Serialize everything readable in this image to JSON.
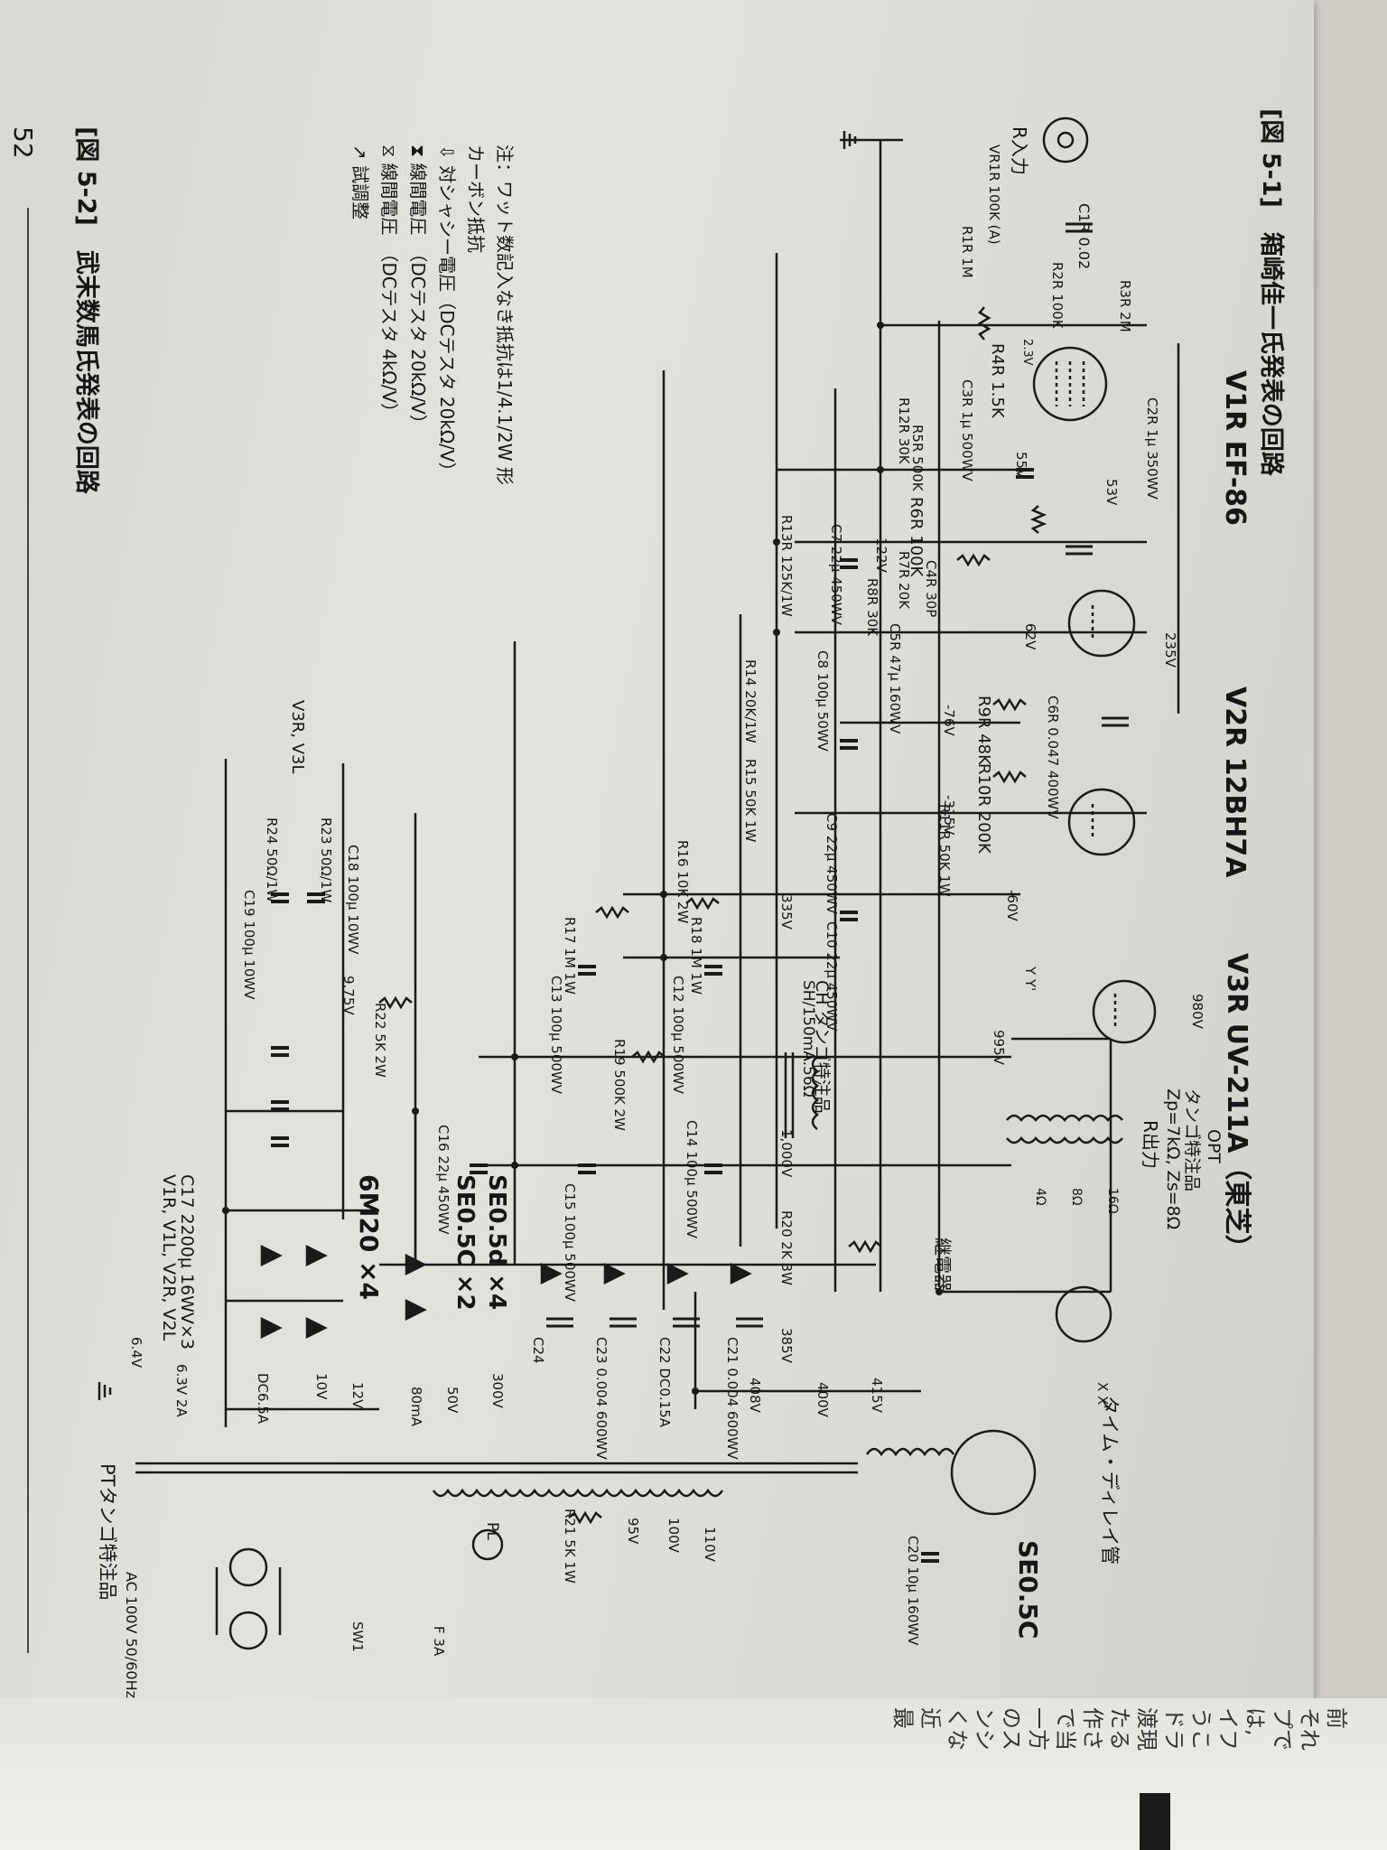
{
  "page_number": "52",
  "figure1": {
    "caption": "[図 5-1]　箱崎佳一氏発表の回路",
    "v1_label": "V1R EF-86",
    "v2_label": "V2R 12BH7A",
    "v3_label": "V3R UV-211A（東芝）",
    "r_input": "R入力",
    "r_output": "R出力",
    "opt_label": "OPT",
    "opt_spec1": "タンゴ特注品",
    "opt_spec2": "Zp=7kΩ, Zs=8Ω",
    "delay_tube": "タイム・ディレイ管",
    "delay_tube_type": "SE0.5C",
    "relay": "継電器",
    "choke": "CH タンゴ特注品",
    "choke_spec": "SH/150mA.56Ω",
    "rect_hv1": "SE0.5d ×4",
    "rect_hv2": "SE0.5C ×2",
    "rect_lv": "6M20 ×4",
    "pt": "PTタンゴ特注品",
    "ac": "AC 100V 50/60Hz",
    "c17": "C17 2200μ 16WV×3",
    "c17b": "V1R, V1L, V2R, V2L",
    "note_title": "注：ワット数記入なき抵抗は1/4.1/2W 形",
    "note_line2": "カーボン抵抗",
    "note_chassis": "⇩ 対シャシー電圧（DCテスタ 20kΩ/V）",
    "note_ac": "⧗ 線間電圧　（DCテスタ 20kΩ/V）",
    "note_ac2": "⧖ 線間電圧　（DCテスタ 4kΩ/V）",
    "note_adj": "↗ 試調整"
  },
  "figure2": {
    "caption": "[図 5-2]　武末数馬氏発表の回路"
  },
  "labels": {
    "c1r": "C1R 0.02",
    "vr1r": "VR1R 100K (A)",
    "r1r": "R1R 1M",
    "r2r": "R2R 100K",
    "r3r": "R3R 2M",
    "r4r": "R4R 1.5K",
    "r5r": "R5R 500K",
    "r6r": "R6R 100K",
    "r7r": "R7R 20K",
    "r8r": "R8R 30K",
    "r9r": "R9R 48K",
    "r10r": "R10R 200K",
    "r11r": "R11R 50K 1W",
    "r12r": "R12R 30K",
    "r13r": "R13R 125K/1W",
    "r14": "R14 20K/1W",
    "r15": "R15 50K 1W",
    "r16": "R16 10K 2W",
    "r17": "R17 1M 1W",
    "r18": "R18 1M 1W",
    "r19": "R19 500K 2W",
    "r20": "R20 2K 3W",
    "r21": "R21 5K 1W",
    "r22": "R22 5K 2W",
    "r23": "R23 50Ω/1W",
    "r24": "R24 50Ω/1W",
    "c2r": "C2R 1μ 350WV",
    "c3r": "C3R 1μ 500WV",
    "c4r": "C4R 30P",
    "c5r": "C5R 47μ 160WV",
    "c6r": "C6R 0.047 400WV",
    "c7": "C7 22μ 450WV",
    "c8": "C8 100μ 50WV",
    "c9": "C9 22μ 450WV",
    "c10": "C10 22μ 450WV",
    "c12": "C12 100μ 500WV",
    "c13": "C13 100μ 500WV",
    "c14": "C14 100μ 500WV",
    "c15": "C15 100μ 500WV",
    "c16": "C16 22μ 450WV",
    "c18": "C18 100μ 10WV",
    "c19": "C19 100μ 10WV",
    "c20": "C20 10μ 160WV",
    "c21": "C21 0.004 600WV",
    "c22": "C22 DC0.15A",
    "c23": "C23 0.004 600WV",
    "c24": "C24",
    "v53": "53V",
    "v55": "55V",
    "v23": "2.3V",
    "v122": "122V",
    "v235": "235V",
    "v62": "62V",
    "vm76": "-76V",
    "vm315": "-315V",
    "v335": "335V",
    "vm60": "-60V",
    "v980": "980V",
    "v995": "995V",
    "v1000": "1,000V",
    "v385": "385V",
    "v400": "400V",
    "v408": "408V",
    "v415": "415V",
    "v300": "300V",
    "v50": "50V",
    "v80ma": "80mA",
    "v975": "9.75V",
    "v12": "12V",
    "v10": "10V",
    "dc65": "DC6.5A",
    "v63": "6.3V 2A",
    "v64": "6.4V",
    "t110": "110V",
    "t100": "100V",
    "t95": "95V",
    "pl": "PL",
    "sw": "SW1",
    "fuse": "F 3A",
    "ohm4": "4Ω",
    "ohm8": "8Ω",
    "ohm16": "16Ω",
    "yy": "Y Y'",
    "xx": "X X'",
    "ref_v": "V3R, V3L"
  },
  "right_column": [
    "前",
    "それ",
    "プで",
    "は,",
    "イフ",
    "うこ",
    "ドラ",
    "渡現",
    "たる",
    "作さ",
    "で当",
    "一方",
    "のス",
    "ンシ",
    "くな",
    "近",
    "最"
  ]
}
